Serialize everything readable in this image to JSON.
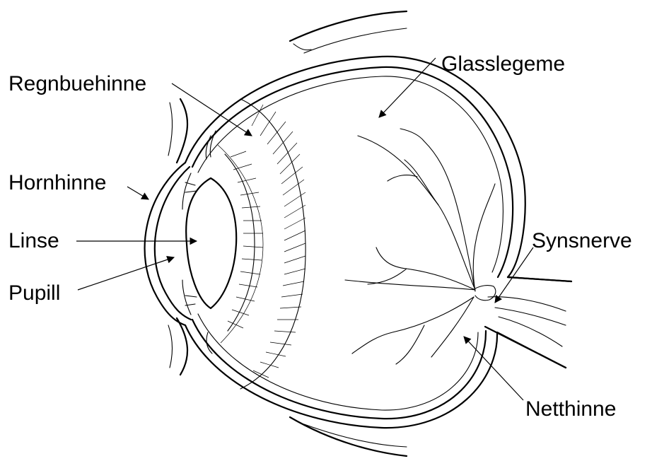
{
  "labels": {
    "iris": "Regnbuehinne",
    "cornea": "Hornhinne",
    "lens": "Linse",
    "pupil": "Pupill",
    "vitreous": "Glasslegeme",
    "optic_nerve": "Synsnerve",
    "retina": "Netthinne"
  },
  "colors": {
    "ink": "#000000",
    "background": "#ffffff"
  }
}
